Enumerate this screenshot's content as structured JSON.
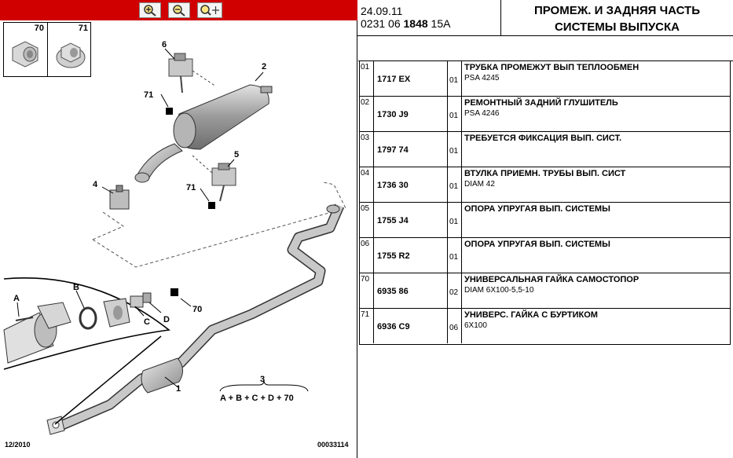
{
  "header": {
    "date": "24.09.11",
    "ref_prefix": "0231 06",
    "ref_bold": "1848",
    "ref_suffix": "15A",
    "title_line1": "ПРОМЕЖ. И ЗАДНЯЯ ЧАСТЬ",
    "title_line2": "СИСТЕМЫ ВЫПУСКА"
  },
  "toolbar": {
    "zoom_in_icon": "magnifier-plus-icon",
    "zoom_out_icon": "magnifier-minus-icon",
    "zoom_pan_icon": "magnifier-move-icon"
  },
  "thumbnails": [
    {
      "num": "70",
      "icon": "nut-icon"
    },
    {
      "num": "71",
      "icon": "flange-nut-icon"
    }
  ],
  "diagram": {
    "labels": {
      "p1": "1",
      "p2": "2",
      "p3": "3",
      "p4": "4",
      "p5": "5",
      "p6": "6",
      "p70": "70",
      "p71a": "71",
      "p71b": "71",
      "a": "A",
      "b": "B",
      "c": "C",
      "d": "D",
      "formula": "A + B + C + D + 70"
    },
    "footer_left": "12/2010",
    "footer_right": "00033114"
  },
  "parts": [
    {
      "idx": "01",
      "ref": "1717 EX",
      "qty": "01",
      "desc": "ТРУБКА ПРОМЕЖУТ ВЫП ТЕПЛООБМЕН",
      "note": "PSA 4245"
    },
    {
      "idx": "02",
      "ref": "1730 J9",
      "qty": "01",
      "desc": "РЕМОНТНЫЙ ЗАДНИЙ ГЛУШИТЕЛЬ",
      "note": "PSA 4246"
    },
    {
      "idx": "03",
      "ref": "1797 74",
      "qty": "01",
      "desc": "ТРЕБУЕТСЯ ФИКСАЦИЯ ВЫП. СИСТ.",
      "note": ""
    },
    {
      "idx": "04",
      "ref": "1736 30",
      "qty": "01",
      "desc": "ВТУЛКА ПРИЕМН. ТРУБЫ ВЫП. СИСТ",
      "note": "DIAM 42"
    },
    {
      "idx": "05",
      "ref": "1755 J4",
      "qty": "01",
      "desc": "ОПОРА УПРУГАЯ ВЫП. СИСТЕМЫ",
      "note": ""
    },
    {
      "idx": "06",
      "ref": "1755 R2",
      "qty": "01",
      "desc": "ОПОРА УПРУГАЯ ВЫП. СИСТЕМЫ",
      "note": ""
    },
    {
      "idx": "70",
      "ref": "6935 86",
      "qty": "02",
      "desc": "УНИВЕРСАЛЬНАЯ ГАЙКА САМОСТОПОР",
      "note": "DIAM 6X100-5,5-10"
    },
    {
      "idx": "71",
      "ref": "6936 C9",
      "qty": "06",
      "desc": "УНИВЕРС. ГАЙКА С БУРТИКОМ",
      "note": "6X100"
    }
  ]
}
